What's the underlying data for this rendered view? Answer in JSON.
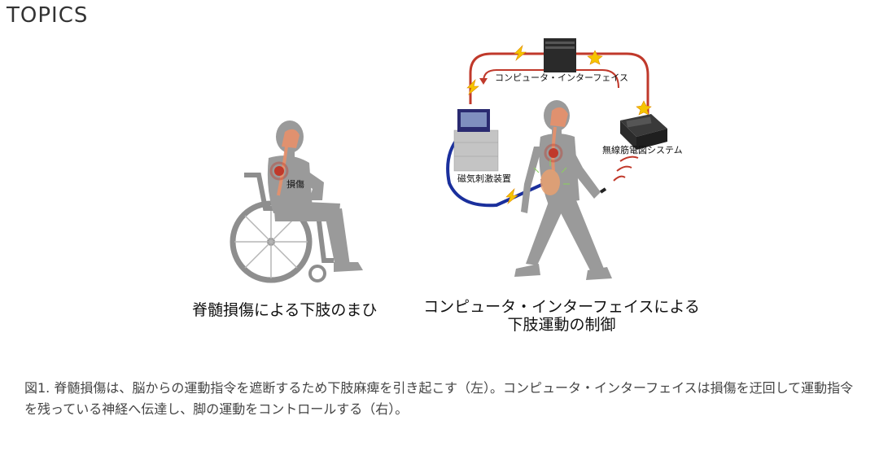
{
  "heading": "TOPICS",
  "figure": {
    "left_caption": "脊髄損傷による下肢のまひ",
    "right_caption_line1": "コンピュータ・インターフェイスによる",
    "right_caption_line2": "下肢運動の制御",
    "labels": {
      "injury": "損傷",
      "computer_interface": "コンピュータ・インターフェイス",
      "magnetic_stimulator": "磁気刺激装置",
      "wireless_emg": "無線筋電図システム"
    },
    "colors": {
      "figure_gray": "#9a9a9a",
      "brain": "#e8906a",
      "red_loop": "#c0392b",
      "blue_loop": "#1a2f9c",
      "spark": "#f5c400"
    }
  },
  "caption_text": "図1. 脊髄損傷は、脳からの運動指令を遮断するため下肢麻痺を引き起こす（左）。コンピュータ・インターフェイスは損傷を迂回して運動指令を残っている神経へ伝達し、脚の運動をコントロールする（右）。"
}
